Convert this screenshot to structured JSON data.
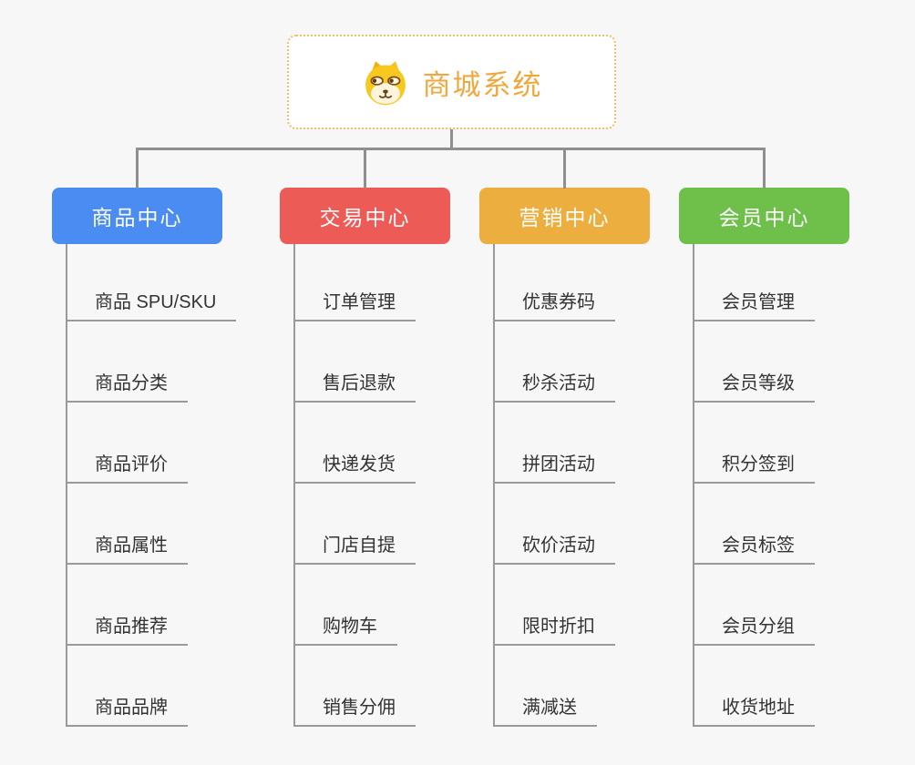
{
  "page": {
    "background": "#f7f7f7",
    "connector_color": "#8f8f8f",
    "leaf_line_color": "#9a9a9a",
    "leaf_text_color": "#333333"
  },
  "root": {
    "title": "商城系统",
    "icon": "doge-icon",
    "text_color": "#f1a73c",
    "border_color": "#f3bc64"
  },
  "branches": [
    {
      "label": "商品中心",
      "color": "#4a8cf1",
      "children": [
        "商品 SPU/SKU",
        "商品分类",
        "商品评价",
        "商品属性",
        "商品推荐",
        "商品品牌"
      ]
    },
    {
      "label": "交易中心",
      "color": "#ec5b56",
      "children": [
        "订单管理",
        "售后退款",
        "快递发货",
        "门店自提",
        "购物车",
        "销售分佣"
      ]
    },
    {
      "label": "营销中心",
      "color": "#ecae3e",
      "children": [
        "优惠券码",
        "秒杀活动",
        "拼团活动",
        "砍价活动",
        "限时折扣",
        "满减送"
      ]
    },
    {
      "label": "会员中心",
      "color": "#6fc04a",
      "children": [
        "会员管理",
        "会员等级",
        "积分签到",
        "会员标签",
        "会员分组",
        "收货地址"
      ]
    }
  ]
}
